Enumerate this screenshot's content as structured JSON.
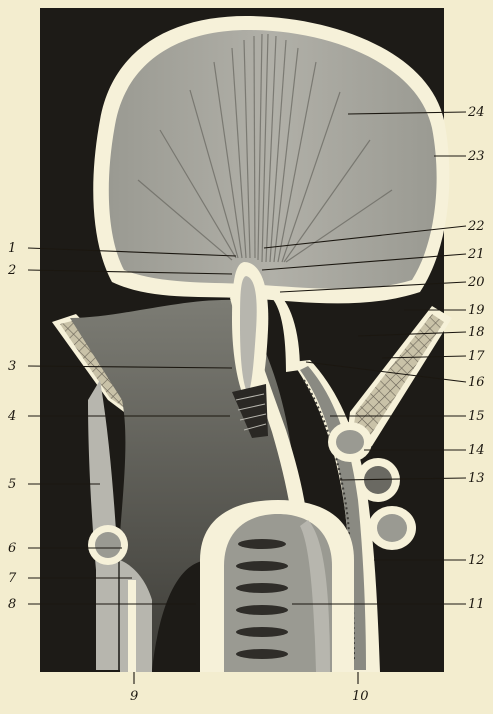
{
  "figure": {
    "labels": {
      "l1": "1",
      "l2": "2",
      "l3": "3",
      "l4": "4",
      "l5": "5",
      "l6": "6",
      "l7": "7",
      "l8": "8",
      "l9": "9",
      "l10": "10",
      "l11": "11",
      "l12": "12",
      "l13": "13",
      "l14": "14",
      "l15": "15",
      "l16": "16",
      "l17": "17",
      "l18": "18",
      "l19": "19",
      "l20": "20",
      "l21": "21",
      "l22": "22",
      "l23": "23",
      "l24": "24"
    },
    "colors": {
      "paper": "#f3edcf",
      "background": "#1d1b17",
      "tissue": "#8a8a82",
      "light_tissue": "#b7b6ae",
      "membrane": "#f6f1d9",
      "ink": "#1b1710"
    }
  }
}
